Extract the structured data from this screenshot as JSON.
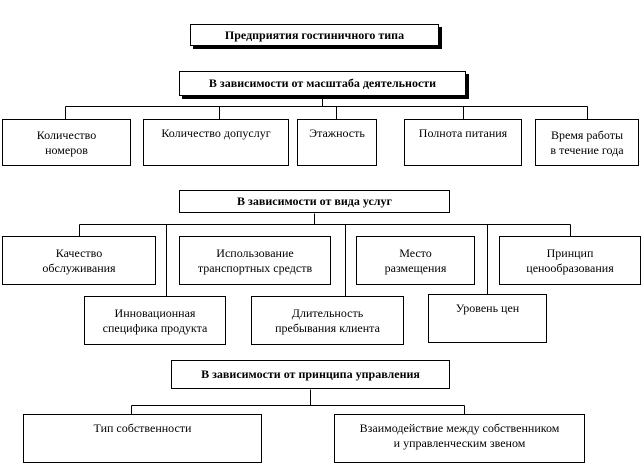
{
  "diagram": {
    "title": "Предприятия гостиничного типа",
    "groups": [
      {
        "header": "В зависимости от масштаба деятельности",
        "items": [
          "Количество\nномеров",
          "Количество допуслуг",
          "Этажность",
          "Полнота питания",
          "Время работы\nв течение года"
        ]
      },
      {
        "header": "В зависимости от вида услуг",
        "items": [
          "Качество\nобслуживания",
          "Использование\nтранспортных средств",
          "Место\nразмещения",
          "Принцип\nценообразования",
          "Инновационная\nспецифика продукта",
          "Длительность\nпребывания клиента",
          "Уровень цен"
        ]
      },
      {
        "header": "В зависимости от принципа управления",
        "items": [
          "Тип собственности",
          "Взаимодействие между собственником\nи управленческим звеном"
        ]
      }
    ]
  }
}
